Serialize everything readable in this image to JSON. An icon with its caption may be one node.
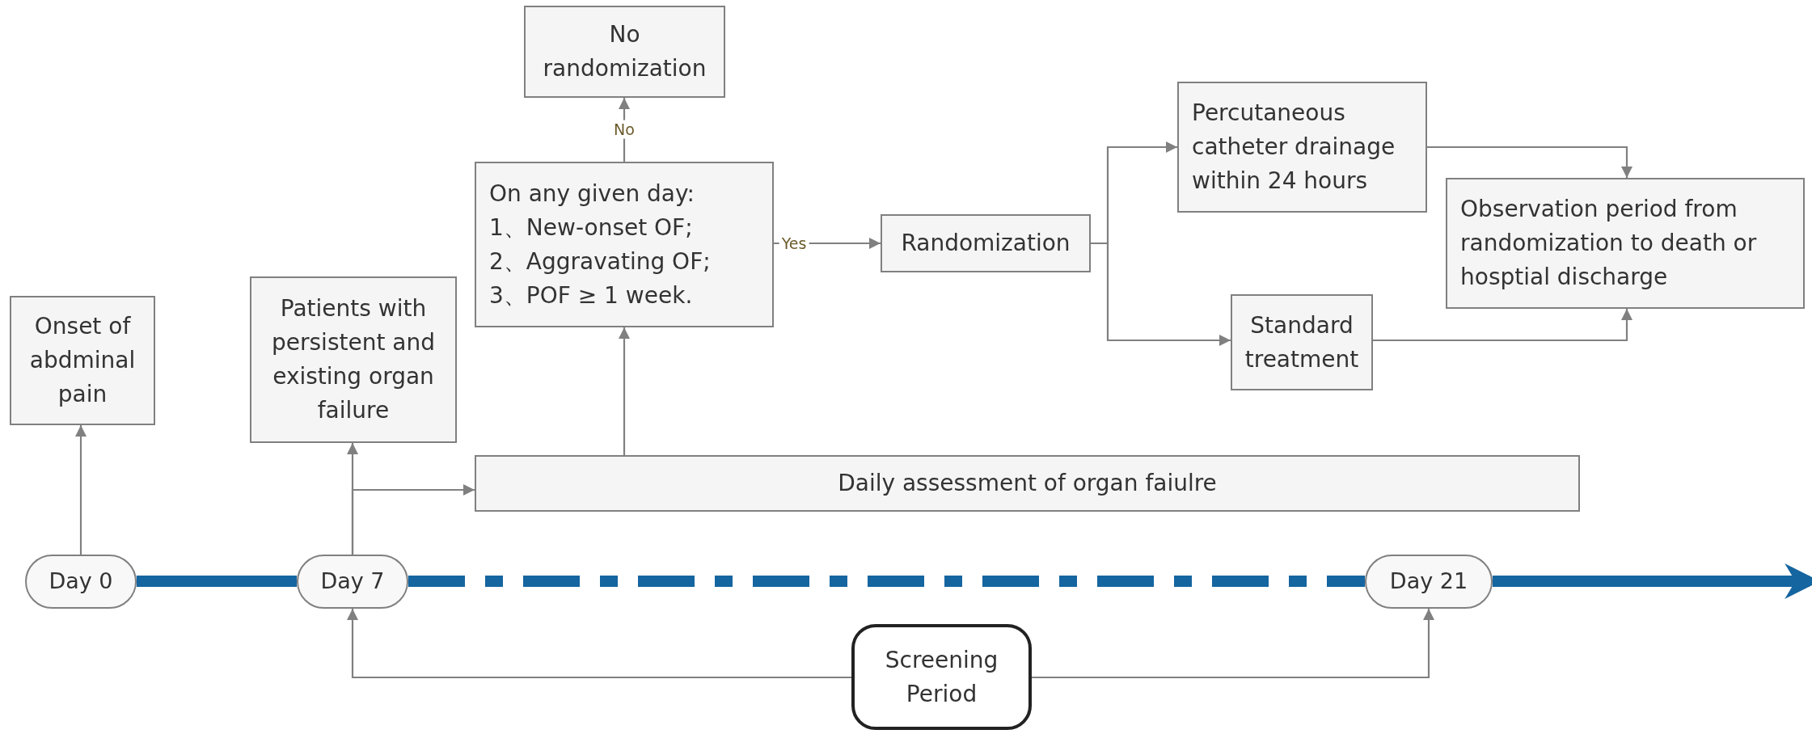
{
  "diagram": {
    "nodes": [
      {
        "text": [
          "Onset of abdminal pain"
        ]
      },
      {
        "text": [
          "Patients with persistent and existing organ failure"
        ]
      },
      {
        "text": [
          "On any given day:",
          "1、New-onset OF;",
          "2、Aggravating OF;",
          "3、POF ≥ 1 week."
        ]
      },
      {
        "text": [
          "No randomization"
        ]
      },
      {
        "text": [
          "Randomization"
        ]
      },
      {
        "text": [
          "Percutaneous catheter drainage within 24 hours"
        ]
      },
      {
        "text": [
          "Observation period from randomization to death or hosptial discharge"
        ]
      },
      {
        "text": [
          "Standard treatment"
        ]
      },
      {
        "text": [
          "Daily assessment of organ faiulre"
        ]
      },
      {
        "text": [
          "Day 0"
        ]
      },
      {
        "text": [
          "Day 7"
        ]
      },
      {
        "text": [
          "Day 21"
        ]
      },
      {
        "text": [
          "Screening Period"
        ]
      }
    ],
    "edges": [
      {
        "from": 9,
        "to": 0,
        "arrow": "to"
      },
      {
        "from": 10,
        "to": 1,
        "arrow": "to"
      },
      {
        "from": 10,
        "to": 8,
        "arrow": "to"
      },
      {
        "from": 8,
        "to": 2,
        "arrow": "to"
      },
      {
        "from": 2,
        "to": 3,
        "arrow": "to",
        "label": "No"
      },
      {
        "from": 2,
        "to": 4,
        "arrow": "to",
        "label": "Yes"
      },
      {
        "from": 4,
        "to": 5,
        "arrow": "to"
      },
      {
        "from": 4,
        "to": 7,
        "arrow": "to"
      },
      {
        "from": 5,
        "to": 6,
        "arrow": "to"
      },
      {
        "from": 7,
        "to": 6,
        "arrow": "to"
      },
      {
        "from": 12,
        "to": 10,
        "arrow": "to"
      },
      {
        "from": 12,
        "to": 11,
        "arrow": "to"
      },
      {
        "from": 9,
        "to": 10,
        "arrow": "none",
        "style": "thick",
        "color": "#1565a0"
      },
      {
        "from": 10,
        "to": 11,
        "arrow": "none",
        "style": "dashed",
        "color": "#1565a0"
      },
      {
        "from": 11,
        "to": null,
        "arrow": "to",
        "style": "thick",
        "color": "#1565a0"
      }
    ]
  }
}
